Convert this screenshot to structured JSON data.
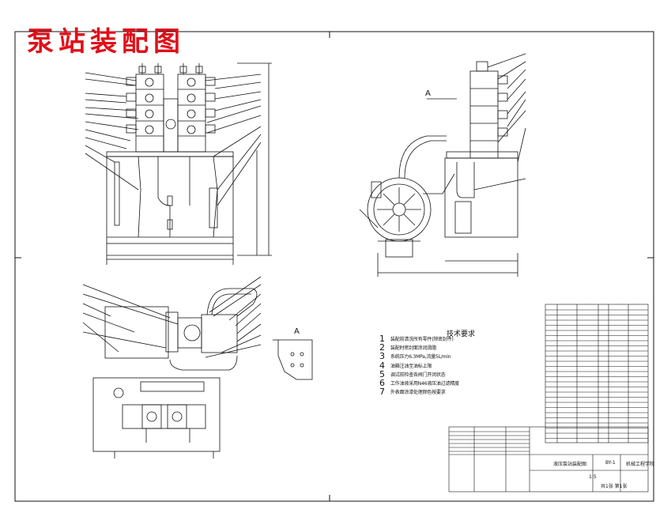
{
  "drawing": {
    "title": "泵站装配图",
    "section_label": "A",
    "detail_label": "A"
  },
  "notes": {
    "heading": "技术要求",
    "items": [
      {
        "num": "1",
        "text": "装配前清洗所有零件(除密封件)"
      },
      {
        "num": "2",
        "text": "装配时密封面涂润滑脂"
      },
      {
        "num": "3",
        "text": "系统压力6.3MPa,流量5L/min"
      },
      {
        "num": "4",
        "text": "油箱注油至油标上限"
      },
      {
        "num": "5",
        "text": "调试前检查各阀门开闭状态"
      },
      {
        "num": "6",
        "text": "工作油液采用N46液压油过滤精度"
      },
      {
        "num": "7",
        "text": "外表面涂漆处理颜色按要求"
      }
    ]
  },
  "title_block": {
    "drawing_name": "液压泵站装配图",
    "drawing_no": "BY-1",
    "organization": "机械工程学院",
    "scale": "1:5",
    "sheet": "共1张 第1张"
  },
  "colors": {
    "line": "#111111",
    "title": "#e0101a"
  }
}
